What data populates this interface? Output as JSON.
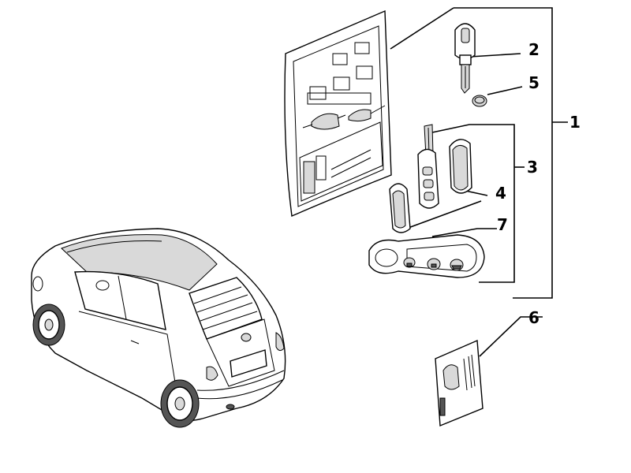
{
  "callouts": {
    "c1": "1",
    "c2": "2",
    "c3": "3",
    "c4": "4",
    "c5": "5",
    "c6": "6",
    "c7": "7"
  },
  "icons": {
    "lock": "lock-icon",
    "unlock": "unlock-icon",
    "trunk": "car-boot-icon"
  }
}
